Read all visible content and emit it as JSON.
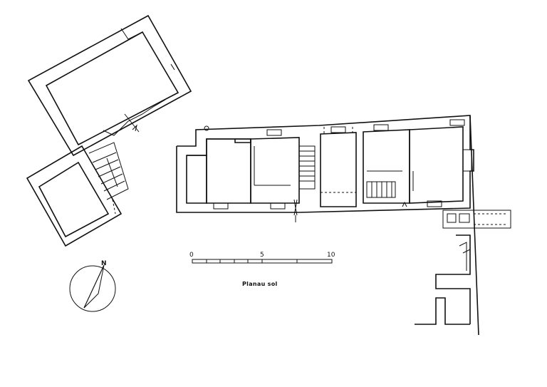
{
  "plan": {
    "caption": "Planau sol",
    "scale_bar": {
      "ticks": [
        "0",
        "5",
        "10"
      ]
    },
    "north_label": "N"
  }
}
